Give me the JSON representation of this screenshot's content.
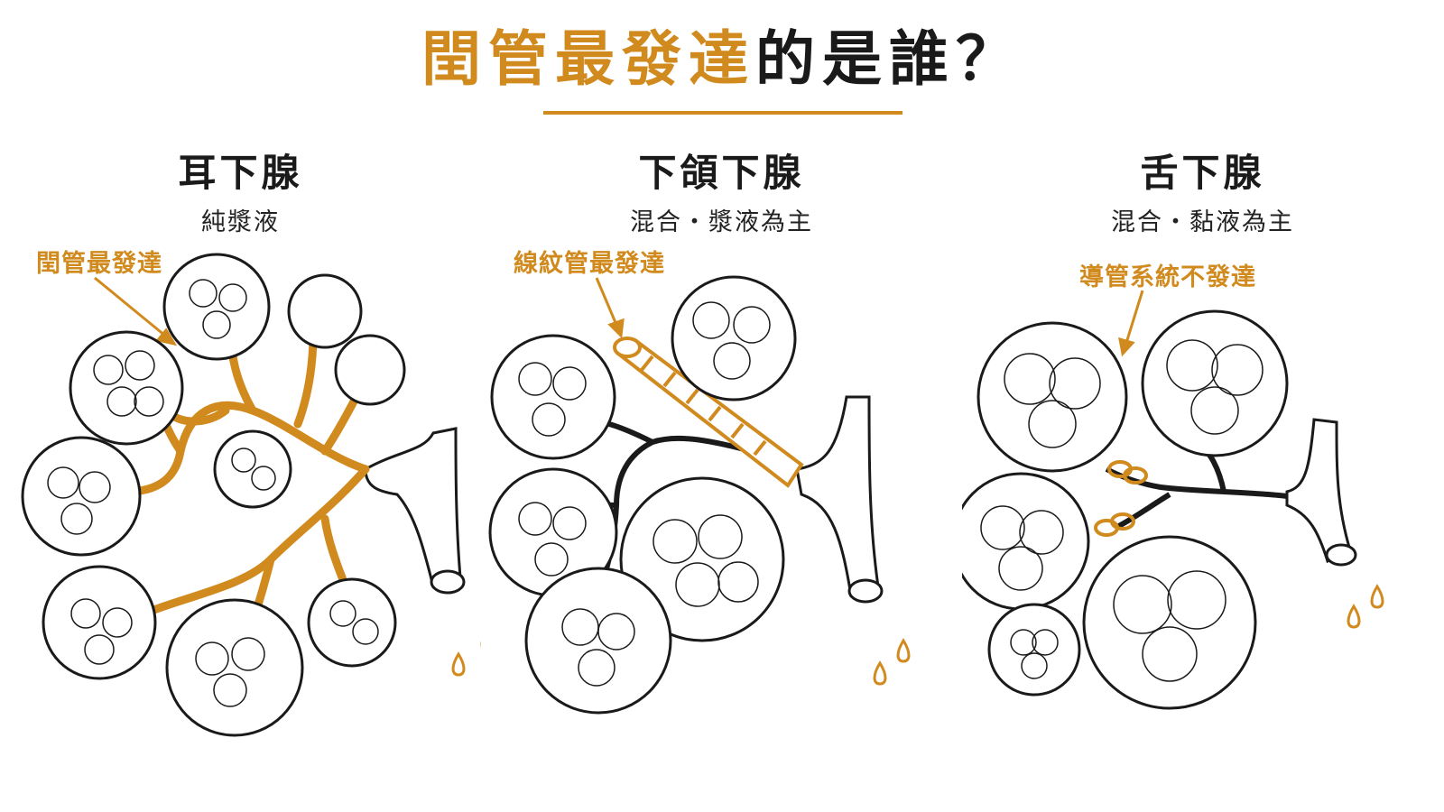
{
  "title": {
    "highlight": "閏管最發達",
    "rest": "的是誰？"
  },
  "colors": {
    "accent": "#D18A1E",
    "ink": "#1a1a1a",
    "background": "#ffffff"
  },
  "glands": [
    {
      "name": "耳下腺",
      "subtitle": "純漿液",
      "callout": "閏管最發達"
    },
    {
      "name": "下頜下腺",
      "subtitle": "混合・漿液為主",
      "callout": "線紋管最發達"
    },
    {
      "name": "舌下腺",
      "subtitle": "混合・黏液為主",
      "callout": "導管系統不發達"
    }
  ]
}
